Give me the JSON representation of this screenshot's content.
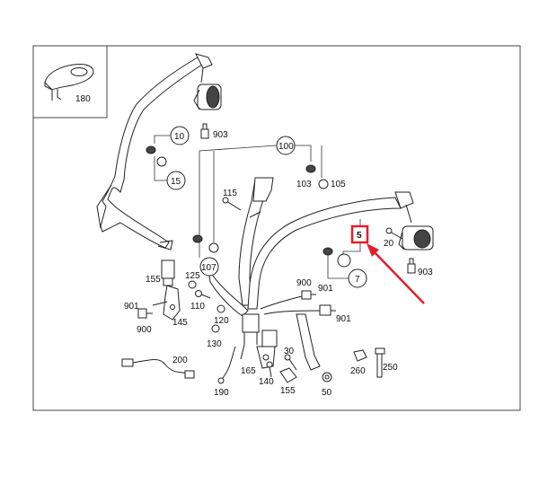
{
  "diagram": {
    "part_numbers": {
      "p180": "180",
      "p10": "10",
      "p15": "15",
      "p903a": "903",
      "p100": "100",
      "p103": "103",
      "p105": "105",
      "p115": "115",
      "p107": "107",
      "p5": "5",
      "p20": "20",
      "p7": "7",
      "p903b": "903",
      "p155a": "155",
      "p125": "125",
      "p110": "110",
      "p901a": "901",
      "p900a": "900",
      "p145": "145",
      "p120": "120",
      "p130": "130",
      "p900b": "900",
      "p901b": "901",
      "p901c": "901",
      "p200": "200",
      "p30": "30",
      "p260": "260",
      "p250": "250",
      "p165": "165",
      "p140": "140",
      "p155b": "155",
      "p50": "50",
      "p190": "190"
    },
    "highlight_color": "#e0202a"
  }
}
